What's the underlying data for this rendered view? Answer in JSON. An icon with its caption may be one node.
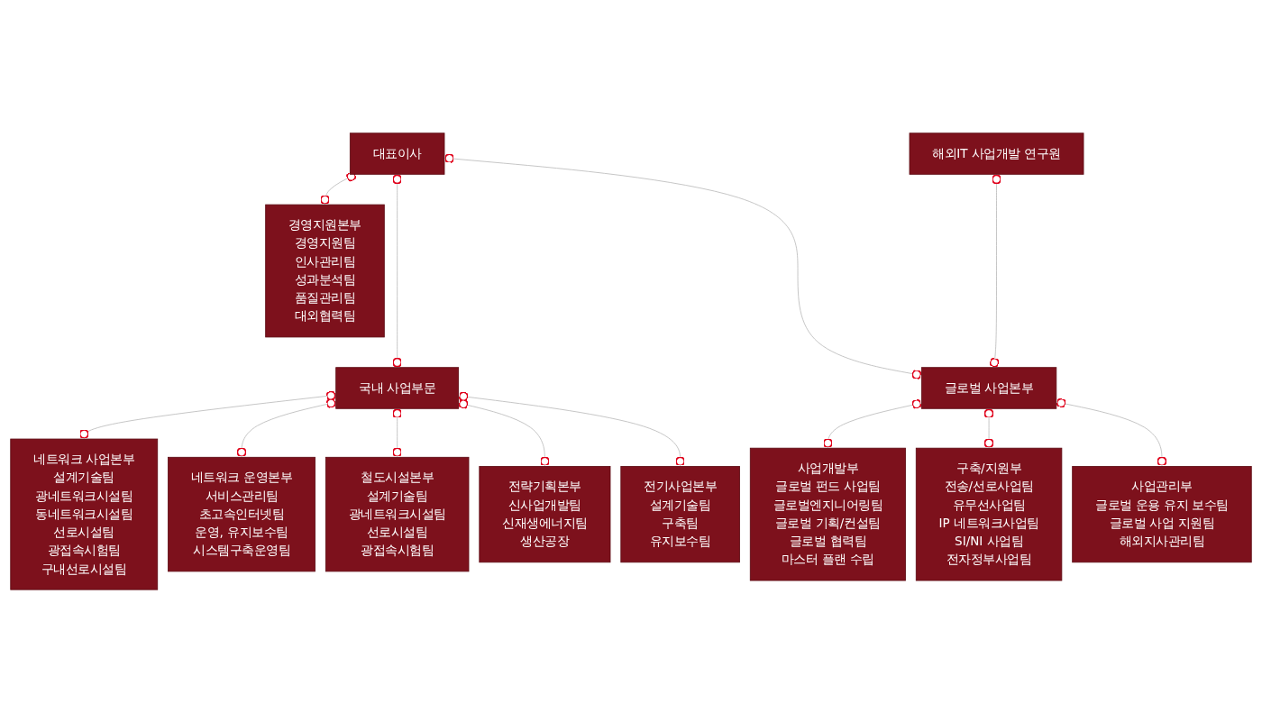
{
  "diagram": {
    "nodes": [
      {
        "text": [
          "대표이사"
        ]
      },
      {
        "text": [
          "해외IT 사업개발 연구원"
        ]
      },
      {
        "text": [
          "경영지원본부",
          "경영지원팀",
          "인사관리팀",
          "성과분석팀",
          "품질관리팀",
          "대외협력팀"
        ]
      },
      {
        "text": [
          "국내 사업부문"
        ]
      },
      {
        "text": [
          "글로벌 사업본부"
        ]
      },
      {
        "text": [
          "네트워크 사업본부",
          "설계기술팀",
          "광네트워크시설팀",
          "동네트워크시설팀",
          "선로시설팀",
          "광접속시험팀",
          "구내선로시설팀"
        ]
      },
      {
        "text": [
          "네트워크 운영본부",
          "서비스관리팀",
          "초고속인터넷팀",
          "운영, 유지보수팀",
          "시스템구축운영팀"
        ]
      },
      {
        "text": [
          "철도시설본부",
          "설계기술팀",
          "광네트워크시설팀",
          "선로시설팀",
          "광접속시험팀"
        ]
      },
      {
        "text": [
          "전략기획본부",
          "신사업개발팀",
          "신재생에너지팀",
          "생산공장"
        ]
      },
      {
        "text": [
          "전기사업본부",
          "설계기술팀",
          "구축팀",
          "유지보수팀"
        ]
      },
      {
        "text": [
          "사업개발부",
          "글로벌 펀드 사업팀",
          "글로벌엔지니어링팀",
          "글로벌 기획/컨설팀",
          "글로벌 협력팀",
          "마스터 플랜 수립"
        ]
      },
      {
        "text": [
          "구축/지원부",
          "전송/선로사업팀",
          "유무선사업팀",
          "IP 네트워크사업팀",
          "SI/NI 사업팀",
          "전자정부사업팀"
        ]
      },
      {
        "text": [
          "사업관리부",
          "글로벌 운용 유지 보수팀",
          "글로벌 사업 지원팀",
          "해외지사관리팀"
        ]
      }
    ],
    "edges": [
      {
        "from": 0,
        "to": 2,
        "arrow": "other"
      },
      {
        "from": 0,
        "to": 3,
        "arrow": "other"
      },
      {
        "from": 0,
        "to": 4,
        "arrow": "other"
      },
      {
        "from": 1,
        "to": 4,
        "arrow": "other"
      },
      {
        "from": 3,
        "to": 5,
        "arrow": "other"
      },
      {
        "from": 3,
        "to": 6,
        "arrow": "other"
      },
      {
        "from": 3,
        "to": 7,
        "arrow": "other"
      },
      {
        "from": 3,
        "to": 8,
        "arrow": "other"
      },
      {
        "from": 3,
        "to": 9,
        "arrow": "other"
      },
      {
        "from": 4,
        "to": 10,
        "arrow": "other"
      },
      {
        "from": 4,
        "to": 11,
        "arrow": "other"
      },
      {
        "from": 4,
        "to": 12,
        "arrow": "other"
      }
    ]
  }
}
